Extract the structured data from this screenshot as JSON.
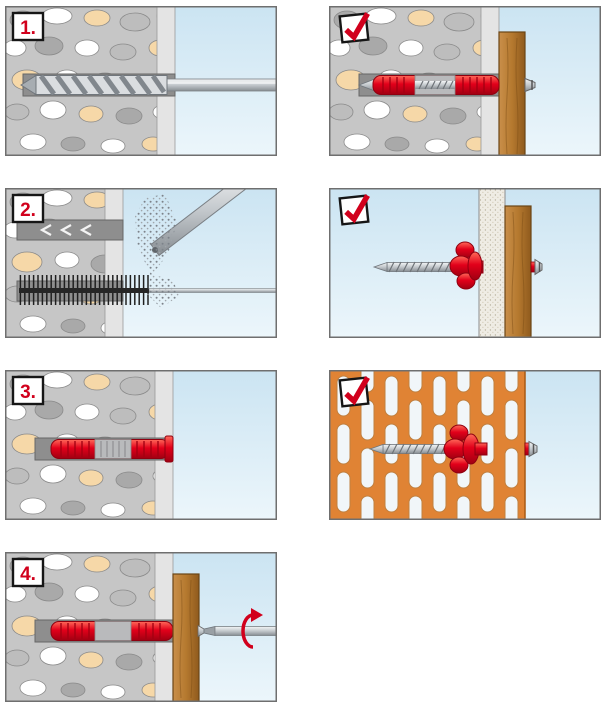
{
  "figure": {
    "title": "anchor-installation-instruction-sheet",
    "grid": {
      "rows": 4,
      "cols": 2
    },
    "left_column": "installation-steps",
    "right_column": "application-examples"
  },
  "steps": [
    {
      "label": "1.",
      "scene": "drill-hole-in-masonry-wall"
    },
    {
      "label": "2.",
      "scene": "clean-hole-blow-out-pump-and-brush"
    },
    {
      "label": "3.",
      "scene": "insert-red-plug-into-hole"
    },
    {
      "label": "4.",
      "scene": "drive-screw-through-wood-batten-with-screwdriver"
    }
  ],
  "results": [
    {
      "icon": "check-icon",
      "scene": "plug-expanded-in-solid-masonry-holding-wood-batten"
    },
    {
      "icon": "check-icon",
      "scene": "plug-knotted-behind-plasterboard-cavity-fixing"
    },
    {
      "icon": "check-icon",
      "scene": "plug-knotted-inside-perforated-brick"
    }
  ],
  "colors": {
    "sky": "#cbe4f2",
    "masonry": "#c6c6c6",
    "stone_beige": "#f6d8a8",
    "plaster_strip": "#e4e4e4",
    "plug_red": "#e2001a",
    "metal": "#c3c8cc",
    "wood": "#b5792f",
    "brick_orange": "#e08334",
    "check_red": "#d1001c",
    "panel_border": "#6f6f6f"
  }
}
